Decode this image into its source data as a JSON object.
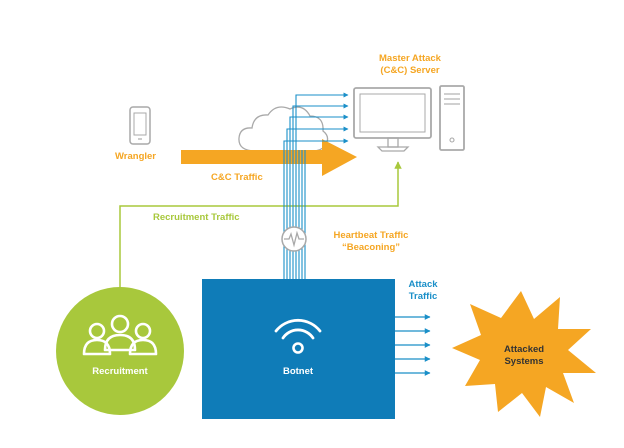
{
  "labels": {
    "master_server_line1": "Master Attack",
    "master_server_line2": "(C&C) Server",
    "wrangler": "Wrangler",
    "cc_traffic": "C&C Traffic",
    "recruitment_traffic": "Recruitment Traffic",
    "heartbeat_line1": "Heartbeat Traffic",
    "heartbeat_line2": "“Beaconing”",
    "attack_traffic_line1": "Attack",
    "attack_traffic_line2": "Traffic",
    "recruitment": "Recruitment",
    "botnet": "Botnet",
    "attacked_line1": "Attacked",
    "attacked_line2": "Systems"
  },
  "icons": {
    "phone": "phone-icon",
    "cloud": "cloud-icon",
    "monitor": "monitor-icon",
    "tower": "computer-tower-icon",
    "wifi": "wifi-icon",
    "people": "people-group-icon",
    "heartbeat": "heartbeat-icon",
    "starburst": "starburst"
  },
  "colors": {
    "orange": "#f5a623",
    "green": "#a8c83c",
    "blue": "#1a8fc8",
    "botnet_fill": "#0f7cb8",
    "gray": "#a9a9a9"
  }
}
